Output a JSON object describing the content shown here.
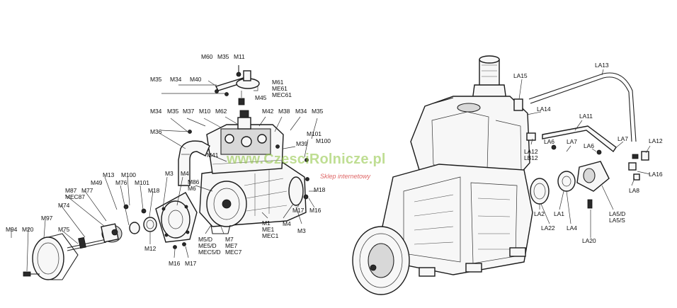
{
  "watermark": {
    "title": "www.CzesciRolnicze.pl",
    "subtitle": "Sklep internetowy"
  },
  "left_labels": [
    {
      "id": "m60",
      "text": "M60"
    },
    {
      "id": "m35a",
      "text": "M35"
    },
    {
      "id": "m11",
      "text": "M11"
    },
    {
      "id": "m61",
      "text": "M61\nME61\nMEC61"
    },
    {
      "id": "m35b",
      "text": "M35"
    },
    {
      "id": "m34a",
      "text": "M34"
    },
    {
      "id": "m40",
      "text": "M40"
    },
    {
      "id": "m45",
      "text": "M45"
    },
    {
      "id": "m34b",
      "text": "M34"
    },
    {
      "id": "m35c",
      "text": "M35"
    },
    {
      "id": "m37",
      "text": "M37"
    },
    {
      "id": "m10",
      "text": "M10"
    },
    {
      "id": "m62",
      "text": "M62"
    },
    {
      "id": "m42",
      "text": "M42"
    },
    {
      "id": "m38",
      "text": "M38"
    },
    {
      "id": "m34c",
      "text": "M34"
    },
    {
      "id": "m35d",
      "text": "M35"
    },
    {
      "id": "m36",
      "text": "M36"
    },
    {
      "id": "m101a",
      "text": "M101"
    },
    {
      "id": "m100a",
      "text": "M100"
    },
    {
      "id": "m39",
      "text": "M39"
    },
    {
      "id": "m41",
      "text": "M41"
    },
    {
      "id": "m13",
      "text": "M13"
    },
    {
      "id": "m100b",
      "text": "M100"
    },
    {
      "id": "m3a",
      "text": "M3"
    },
    {
      "id": "m4a",
      "text": "M4"
    },
    {
      "id": "m49",
      "text": "M49"
    },
    {
      "id": "m76",
      "text": "M76"
    },
    {
      "id": "m101b",
      "text": "M101"
    },
    {
      "id": "m86",
      "text": "M86\nM6"
    },
    {
      "id": "m87",
      "text": "M87\nMEC87"
    },
    {
      "id": "m77",
      "text": "M77"
    },
    {
      "id": "m18a",
      "text": "M18"
    },
    {
      "id": "m18b",
      "text": "M18"
    },
    {
      "id": "m17a",
      "text": "M17"
    },
    {
      "id": "m16",
      "text": "M16"
    },
    {
      "id": "m74",
      "text": "M74"
    },
    {
      "id": "m97",
      "text": "M97"
    },
    {
      "id": "m4b",
      "text": "M4"
    },
    {
      "id": "m3b",
      "text": "M3"
    },
    {
      "id": "m1",
      "text": "M1\nME1\nMEC1"
    },
    {
      "id": "m75",
      "text": "M75"
    },
    {
      "id": "m12",
      "text": "M12"
    },
    {
      "id": "m5",
      "text": "M5/D\nME5/D\nMEC5/D"
    },
    {
      "id": "m7",
      "text": "M7\nME7\nMEC7"
    },
    {
      "id": "m94",
      "text": "M94"
    },
    {
      "id": "m20",
      "text": "M20"
    },
    {
      "id": "m16b",
      "text": "M16"
    },
    {
      "id": "m17b",
      "text": "M17"
    }
  ],
  "right_labels": [
    {
      "id": "la13",
      "text": "LA13"
    },
    {
      "id": "la15",
      "text": "LA15"
    },
    {
      "id": "la14",
      "text": "LA14"
    },
    {
      "id": "la11",
      "text": "LA11"
    },
    {
      "id": "la6a",
      "text": "LA6"
    },
    {
      "id": "la7a",
      "text": "LA7"
    },
    {
      "id": "la6b",
      "text": "LA6"
    },
    {
      "id": "la7b",
      "text": "LA7"
    },
    {
      "id": "la12a",
      "text": "LA12\nLB12"
    },
    {
      "id": "la12b",
      "text": "LA12"
    },
    {
      "id": "la16",
      "text": "LA16"
    },
    {
      "id": "la8",
      "text": "LA8"
    },
    {
      "id": "la2",
      "text": "LA2"
    },
    {
      "id": "la1",
      "text": "LA1"
    },
    {
      "id": "la5",
      "text": "LA5/D\nLA5/S"
    },
    {
      "id": "la22",
      "text": "LA22"
    },
    {
      "id": "la4",
      "text": "LA4"
    },
    {
      "id": "la20",
      "text": "LA20"
    }
  ]
}
